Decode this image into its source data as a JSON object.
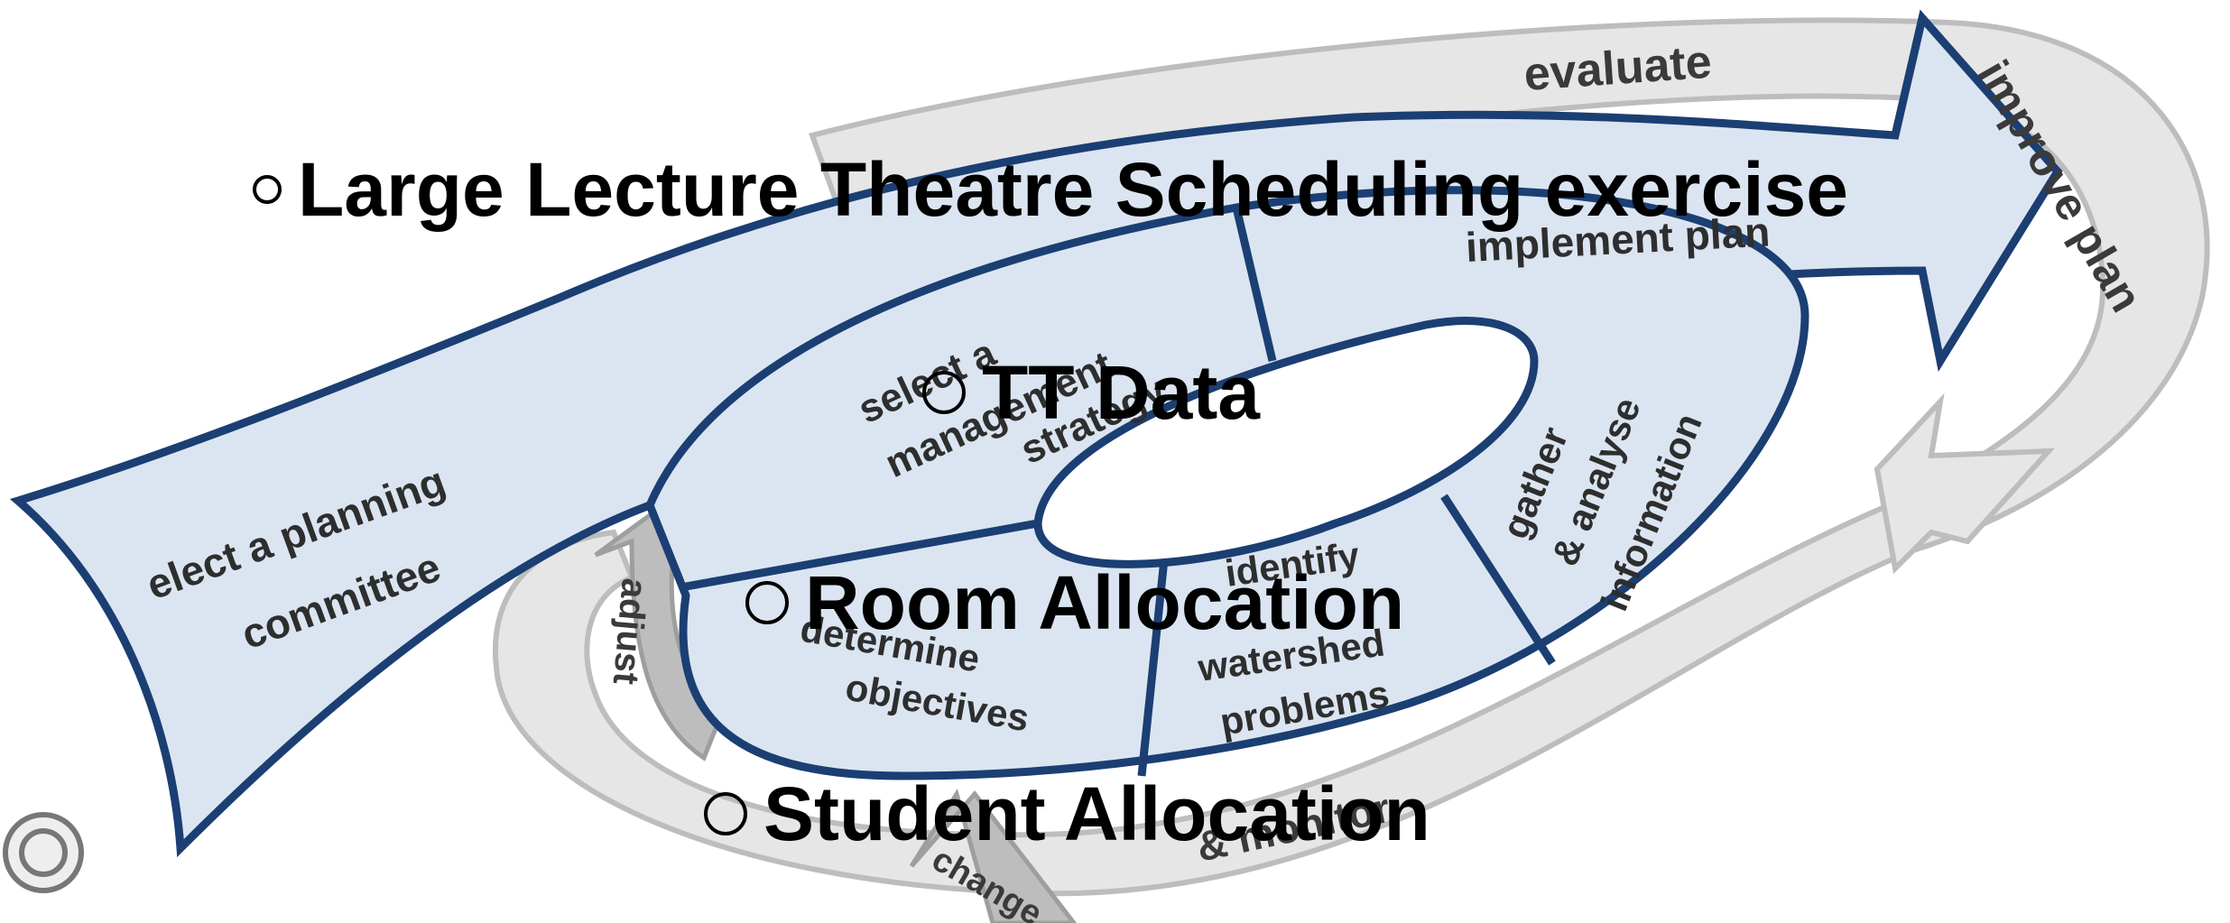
{
  "diagram": {
    "outer_cycle": {
      "evaluate": "evaluate",
      "improve_plan": "improve plan",
      "adjust": "adjust",
      "monitor": "& monitor",
      "change": "change"
    },
    "main_arrow": {
      "elect_line1": "elect a planning",
      "elect_line2": "committee",
      "implement_plan": "implement plan"
    },
    "segments": {
      "select_line1": "select a",
      "select_line2": "management",
      "select_line3": "strategy",
      "gather_line1": "gather",
      "gather_line2": "& analyse",
      "gather_line3": "information",
      "identify_line1": "identify",
      "identify_line2": "watershed",
      "identify_line3": "problems",
      "determine_line1": "determine",
      "determine_line2": "objectives"
    },
    "colors": {
      "arrow_fill": "#dbe5f1",
      "arrow_stroke": "#1b3f73",
      "outer_fill": "#e6e6e6",
      "outer_stroke": "#bdbdbd"
    }
  },
  "bullets": [
    {
      "text": "Large Lecture Theatre Scheduling exercise"
    },
    {
      "text": "TT Data"
    },
    {
      "text": "Room Allocation"
    },
    {
      "text": "Student Allocation"
    }
  ]
}
